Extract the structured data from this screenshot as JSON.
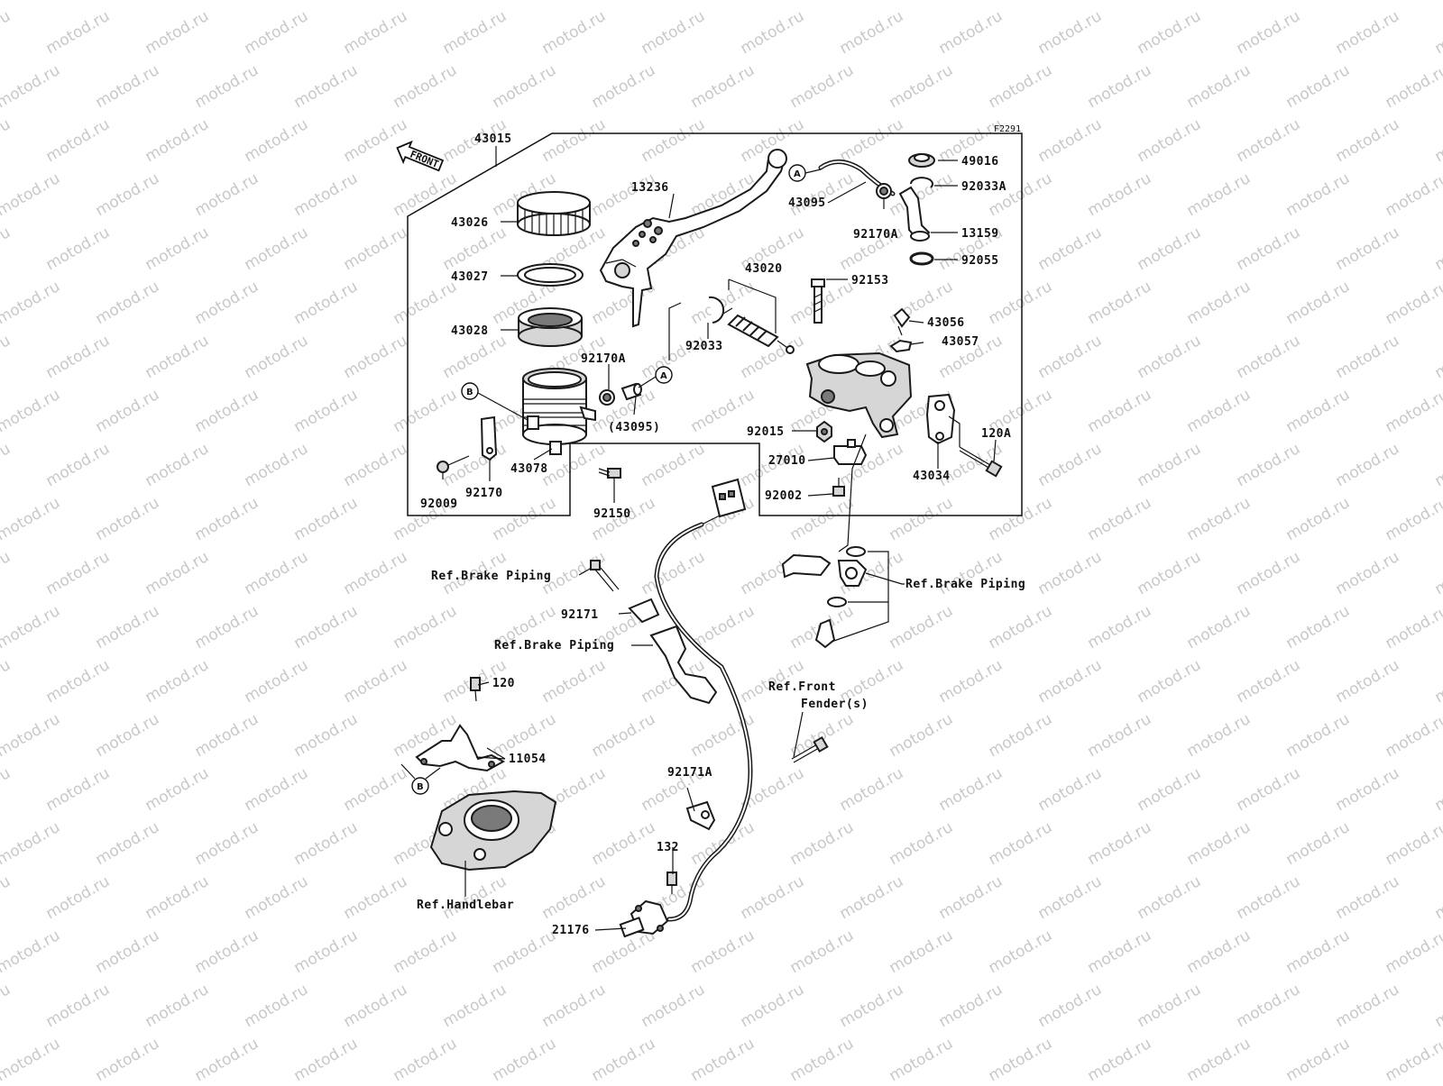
{
  "watermark": {
    "text": "motod.ru"
  },
  "figure_code": "F2291",
  "front_label": "FRONT",
  "labels": [
    {
      "id": "43015",
      "text": "43015"
    },
    {
      "id": "13236",
      "text": "13236"
    },
    {
      "id": "43026",
      "text": "43026"
    },
    {
      "id": "43027",
      "text": "43027"
    },
    {
      "id": "43028",
      "text": "43028"
    },
    {
      "id": "43020",
      "text": "43020"
    },
    {
      "id": "92033",
      "text": "92033"
    },
    {
      "id": "92170A_top",
      "text": "92170A"
    },
    {
      "id": "43095_paren",
      "text": "(43095)"
    },
    {
      "id": "43078",
      "text": "43078"
    },
    {
      "id": "92170",
      "text": "92170"
    },
    {
      "id": "92009",
      "text": "92009"
    },
    {
      "id": "92150",
      "text": "92150"
    },
    {
      "id": "43095",
      "text": "43095"
    },
    {
      "id": "92170A_right",
      "text": "92170A"
    },
    {
      "id": "49016",
      "text": "49016"
    },
    {
      "id": "92033A",
      "text": "92033A"
    },
    {
      "id": "13159",
      "text": "13159"
    },
    {
      "id": "92055",
      "text": "92055"
    },
    {
      "id": "92153",
      "text": "92153"
    },
    {
      "id": "43056",
      "text": "43056"
    },
    {
      "id": "43057",
      "text": "43057"
    },
    {
      "id": "92015",
      "text": "92015"
    },
    {
      "id": "27010",
      "text": "27010"
    },
    {
      "id": "92002",
      "text": "92002"
    },
    {
      "id": "43034",
      "text": "43034"
    },
    {
      "id": "120A",
      "text": "120A"
    },
    {
      "id": "ref_brake_piping_1",
      "text": "Ref.Brake Piping"
    },
    {
      "id": "92171",
      "text": "92171"
    },
    {
      "id": "ref_brake_piping_2",
      "text": "Ref.Brake Piping"
    },
    {
      "id": "ref_brake_piping_3",
      "text": "Ref.Brake Piping"
    },
    {
      "id": "120",
      "text": "120"
    },
    {
      "id": "11054",
      "text": "11054"
    },
    {
      "id": "ref_front_fender_1",
      "text": "Ref.Front"
    },
    {
      "id": "ref_front_fender_2",
      "text": "Fender(s)"
    },
    {
      "id": "92171A",
      "text": "92171A"
    },
    {
      "id": "132",
      "text": "132"
    },
    {
      "id": "ref_handlebar",
      "text": "Ref.Handlebar"
    },
    {
      "id": "21176",
      "text": "21176"
    }
  ],
  "callouts": [
    {
      "id": "A_top",
      "text": "A"
    },
    {
      "id": "A_mid",
      "text": "A"
    },
    {
      "id": "B_top",
      "text": "B"
    },
    {
      "id": "B_bottom",
      "text": "B"
    }
  ]
}
